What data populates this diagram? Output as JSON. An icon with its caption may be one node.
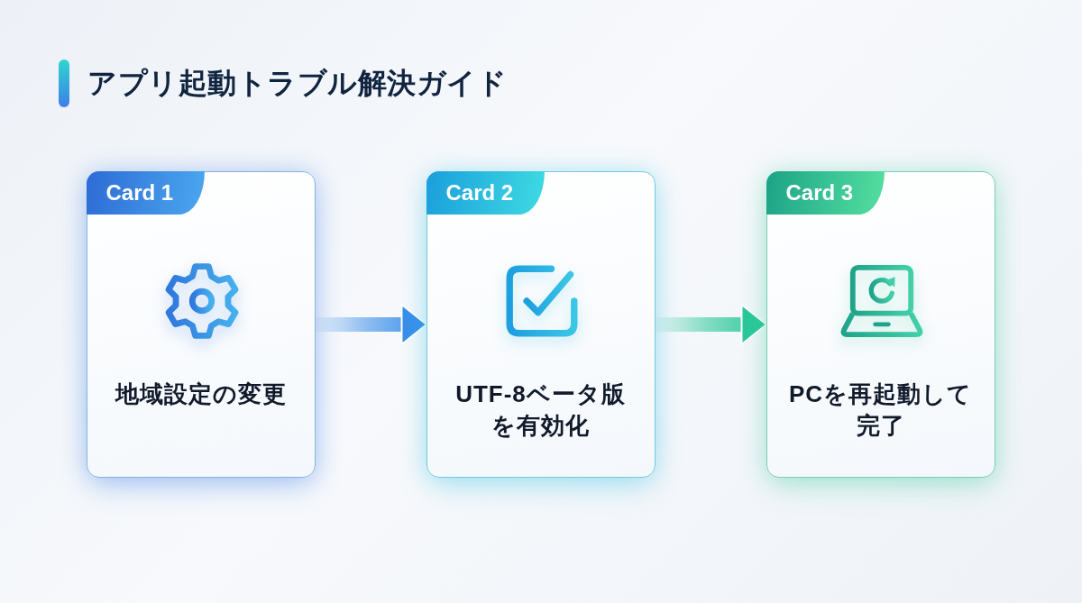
{
  "diagram": {
    "title": "アプリ起動トラブル解決ガイド",
    "nodes": [
      {
        "text": [
          "Card 1",
          "地域設定の変更"
        ]
      },
      {
        "text": [
          "Card 2",
          "UTF-8ベータ版を有効化"
        ]
      },
      {
        "text": [
          "Card 3",
          "PCを再起動して完了"
        ]
      }
    ],
    "edges": [
      {
        "from": 0,
        "to": 1,
        "arrow": "to"
      },
      {
        "from": 1,
        "to": 2,
        "arrow": "to"
      }
    ]
  }
}
